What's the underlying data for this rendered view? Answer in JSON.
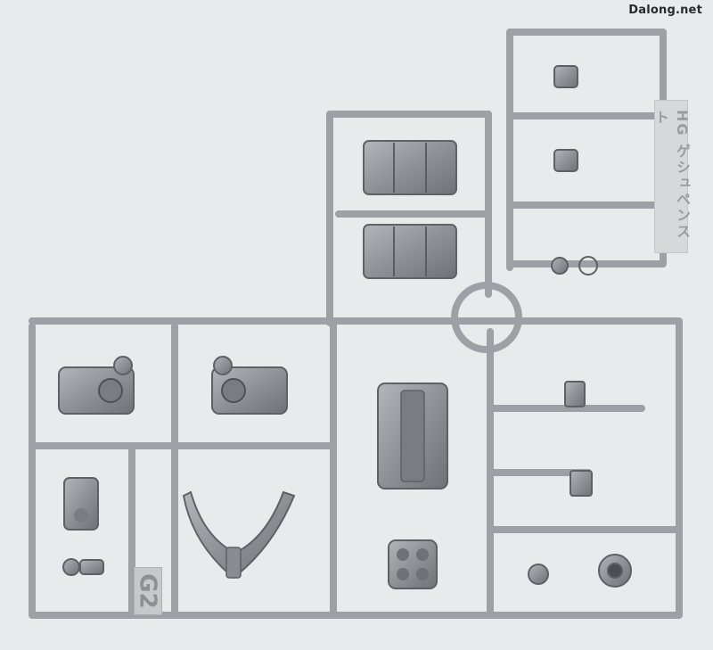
{
  "watermark": "Dalong.net",
  "tag_text": "HG ゲシュペンスト",
  "sprue_letter": "G2",
  "colors": {
    "background": "#e9eaec",
    "sprue": "#9c9ea3",
    "part": "#8a8c91"
  }
}
